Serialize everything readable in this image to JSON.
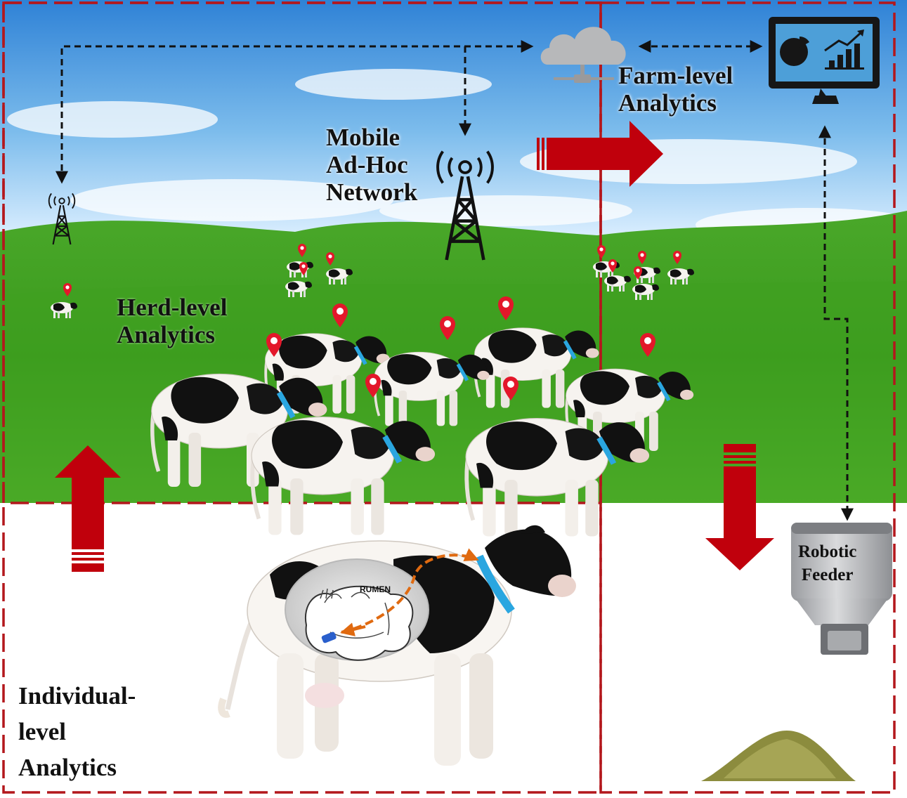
{
  "labels": {
    "mobile_network": "Mobile\nAd-Hoc\nNetwork",
    "farm_level": "Farm-level\nAnalytics",
    "herd_level": "Herd-level\nAnalytics",
    "individual_level": "Individual-\nlevel\nAnalytics",
    "robotic_feeder": "Robotic\nFeeder",
    "rumen": "RUMEN"
  },
  "icons": {
    "cloud": "cloud-server-icon",
    "monitor": "analytics-monitor-icon",
    "tower_small": "radio-tower-icon",
    "tower_large": "radio-tower-icon",
    "location_pin": "location-pin-icon",
    "collar": "neck-collar-icon",
    "bolus": "rumen-bolus-sensor-icon",
    "feeder": "robotic-feeder-icon",
    "feed_pile": "feed-pile-icon"
  },
  "colors": {
    "boundary_dash": "#b3171c",
    "flow_arrow": "#c0000c",
    "network_link": "#111111",
    "collar": "#2aa6e0",
    "pin": "#e3172a",
    "rumen_flow": "#e06a10",
    "bolus": "#2a5fcc"
  }
}
